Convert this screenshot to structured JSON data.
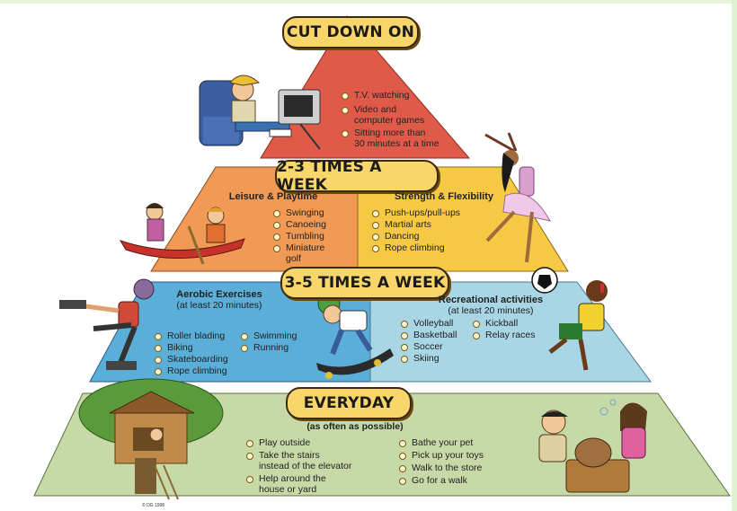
{
  "tiers": {
    "cut_down": {
      "banner": "CUT DOWN ON",
      "items": [
        "T.V. watching",
        "Video and\ncomputer games",
        "Sitting more than\n30 minutes at a time"
      ]
    },
    "two_three": {
      "banner": "2-3 TIMES A WEEK",
      "left_title": "Leisure & Playtime",
      "left_items": [
        "Swinging",
        "Canoeing",
        "Tumbling",
        "Miniature\ngolf"
      ],
      "right_title": "Strength & Flexibility",
      "right_items": [
        "Push-ups/pull-ups",
        "Martial arts",
        "Dancing",
        "Rope climbing"
      ]
    },
    "three_five": {
      "banner": "3-5 TIMES A WEEK",
      "left_title": "Aerobic Exercises",
      "left_sub": "(at least 20 minutes)",
      "left_col1": [
        "Roller blading",
        "Biking",
        "Skateboarding",
        "Rope climbing"
      ],
      "left_col2": [
        "Swimming",
        "Running"
      ],
      "right_title": "Recreational activities",
      "right_sub": "(at least 20 minutes)",
      "right_col1": [
        "Volleyball",
        "Basketball",
        "Soccer",
        "Skiing"
      ],
      "right_col2": [
        "Kickball",
        "Relay races"
      ]
    },
    "everyday": {
      "banner": "EVERYDAY",
      "sub": "(as often as possible)",
      "col1": [
        "Play outside",
        "Take the stairs\ninstead of the elevator",
        "Help around the\nhouse or yard"
      ],
      "col2": [
        "Bathe your pet",
        "Pick up your toys",
        "Walk to the store",
        "Go for a walk"
      ]
    }
  },
  "copyright": "© DG 1998",
  "colors": {
    "top": "#e05a4a",
    "second_left": "#f09a56",
    "second_right": "#f6c944",
    "third_left": "#5aaed8",
    "third_right": "#a8d6e4",
    "base": "#c8d9a8",
    "banner": "#f8d66a"
  },
  "illustrations": [
    "tv-kid-icon",
    "dancer-icon",
    "canoe-icon",
    "roller-blader-icon",
    "skateboarder-icon",
    "soccer-kid-icon",
    "treehouse-icon",
    "dog-bath-icon"
  ]
}
